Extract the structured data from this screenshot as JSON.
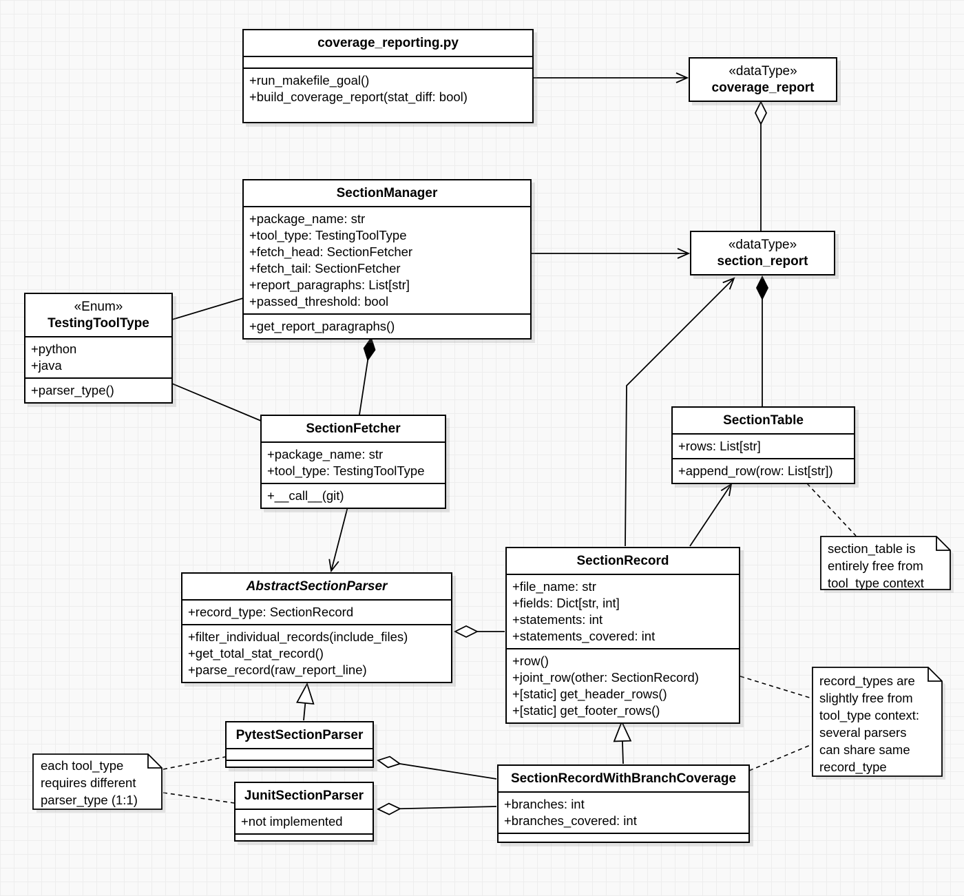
{
  "diagram": {
    "classes": {
      "coverage_reporting": {
        "name": "coverage_reporting.py",
        "methods": [
          "+run_makefile_goal()",
          "+build_coverage_report(stat_diff: bool)"
        ]
      },
      "coverage_report": {
        "stereotype": "«dataType»",
        "name": "coverage_report"
      },
      "section_manager": {
        "name": "SectionManager",
        "attributes": [
          "+package_name: str",
          "+tool_type: TestingToolType",
          "+fetch_head: SectionFetcher",
          "+fetch_tail: SectionFetcher",
          "+report_paragraphs: List[str]",
          "+passed_threshold: bool"
        ],
        "methods": [
          "+get_report_paragraphs()"
        ]
      },
      "section_report": {
        "stereotype": "«dataType»",
        "name": "section_report"
      },
      "testing_tool_type": {
        "stereotype": "«Enum»",
        "name": "TestingToolType",
        "attributes": [
          "+python",
          "+java"
        ],
        "methods": [
          "+parser_type()"
        ]
      },
      "section_fetcher": {
        "name": "SectionFetcher",
        "attributes": [
          "+package_name: str",
          "+tool_type: TestingToolType"
        ],
        "methods": [
          "+__call__(git)"
        ]
      },
      "section_table": {
        "name": "SectionTable",
        "attributes": [
          "+rows: List[str]"
        ],
        "methods": [
          "+append_row(row: List[str])"
        ]
      },
      "abstract_section_parser": {
        "name": "AbstractSectionParser",
        "attributes": [
          "+record_type: SectionRecord"
        ],
        "methods": [
          "+filter_individual_records(include_files)",
          "+get_total_stat_record()",
          "+parse_record(raw_report_line)"
        ]
      },
      "section_record": {
        "name": "SectionRecord",
        "attributes": [
          "+file_name: str",
          "+fields: Dict[str, int]",
          "+statements: int",
          "+statements_covered: int"
        ],
        "methods": [
          "+row()",
          "+joint_row(other: SectionRecord)",
          "+[static] get_header_rows()",
          "+[static] get_footer_rows()"
        ]
      },
      "pytest_section_parser": {
        "name": "PytestSectionParser"
      },
      "junit_section_parser": {
        "name": "JunitSectionParser",
        "attributes": [
          "+not implemented"
        ]
      },
      "section_record_with_branch_coverage": {
        "name": "SectionRecordWithBranchCoverage",
        "attributes": [
          "+branches: int",
          "+branches_covered: int"
        ]
      }
    },
    "notes": {
      "parser_note": {
        "lines": [
          "each tool_type",
          "requires different",
          "parser_type (1:1)"
        ]
      },
      "table_note": {
        "lines": [
          "section_table is",
          "entirely free from",
          "tool_type context"
        ]
      },
      "record_note": {
        "lines": [
          "record_types are",
          "slightly free from",
          "tool_type context:",
          "several parsers",
          "can share same",
          "record_type"
        ]
      }
    },
    "colors": {
      "line": "#000000",
      "box_fill": "#ffffff",
      "background": "#f9f9f9",
      "grid_line": "#ededed"
    }
  }
}
